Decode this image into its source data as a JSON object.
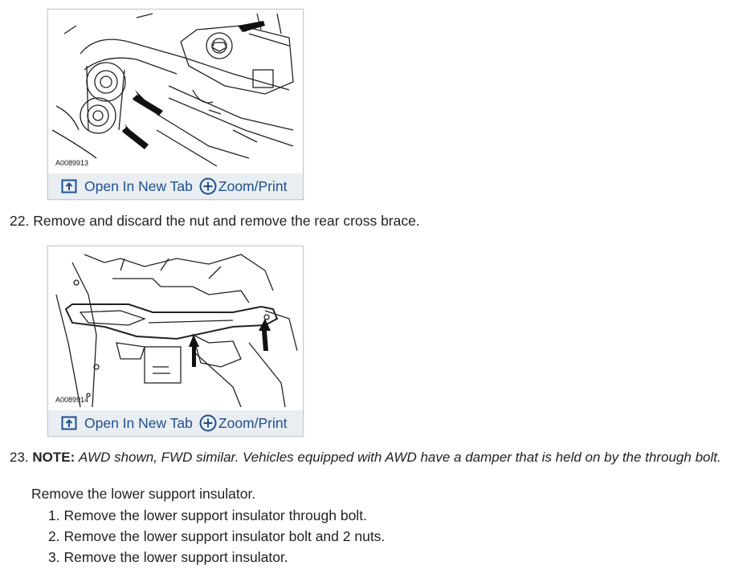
{
  "figures": [
    {
      "code": "A0089913",
      "open_label": "Open In New Tab",
      "zoom_label": "Zoom/Print"
    },
    {
      "code": "A0089914",
      "open_label": "Open In New Tab",
      "zoom_label": "Zoom/Print"
    }
  ],
  "step22": {
    "number": "22.",
    "text": "Remove and discard the nut and remove the rear cross brace."
  },
  "step23": {
    "number": "23.",
    "note_label": "NOTE:",
    "note_text": "AWD shown, FWD similar. Vehicles equipped with AWD have a damper that is held on by the through bolt.",
    "intro": "Remove the lower support insulator.",
    "substeps": [
      {
        "number": "1.",
        "text": "Remove the lower support insulator through bolt."
      },
      {
        "number": "2.",
        "text": "Remove the lower support insulator bolt and 2 nuts."
      },
      {
        "number": "3.",
        "text": "Remove the lower support insulator."
      }
    ]
  },
  "colors": {
    "link": "#1f4f8f",
    "bar": "#e9eef3",
    "text": "#222222"
  },
  "icons": [
    "open-new-tab-icon",
    "zoom-plus-icon",
    "arrow-icon"
  ]
}
